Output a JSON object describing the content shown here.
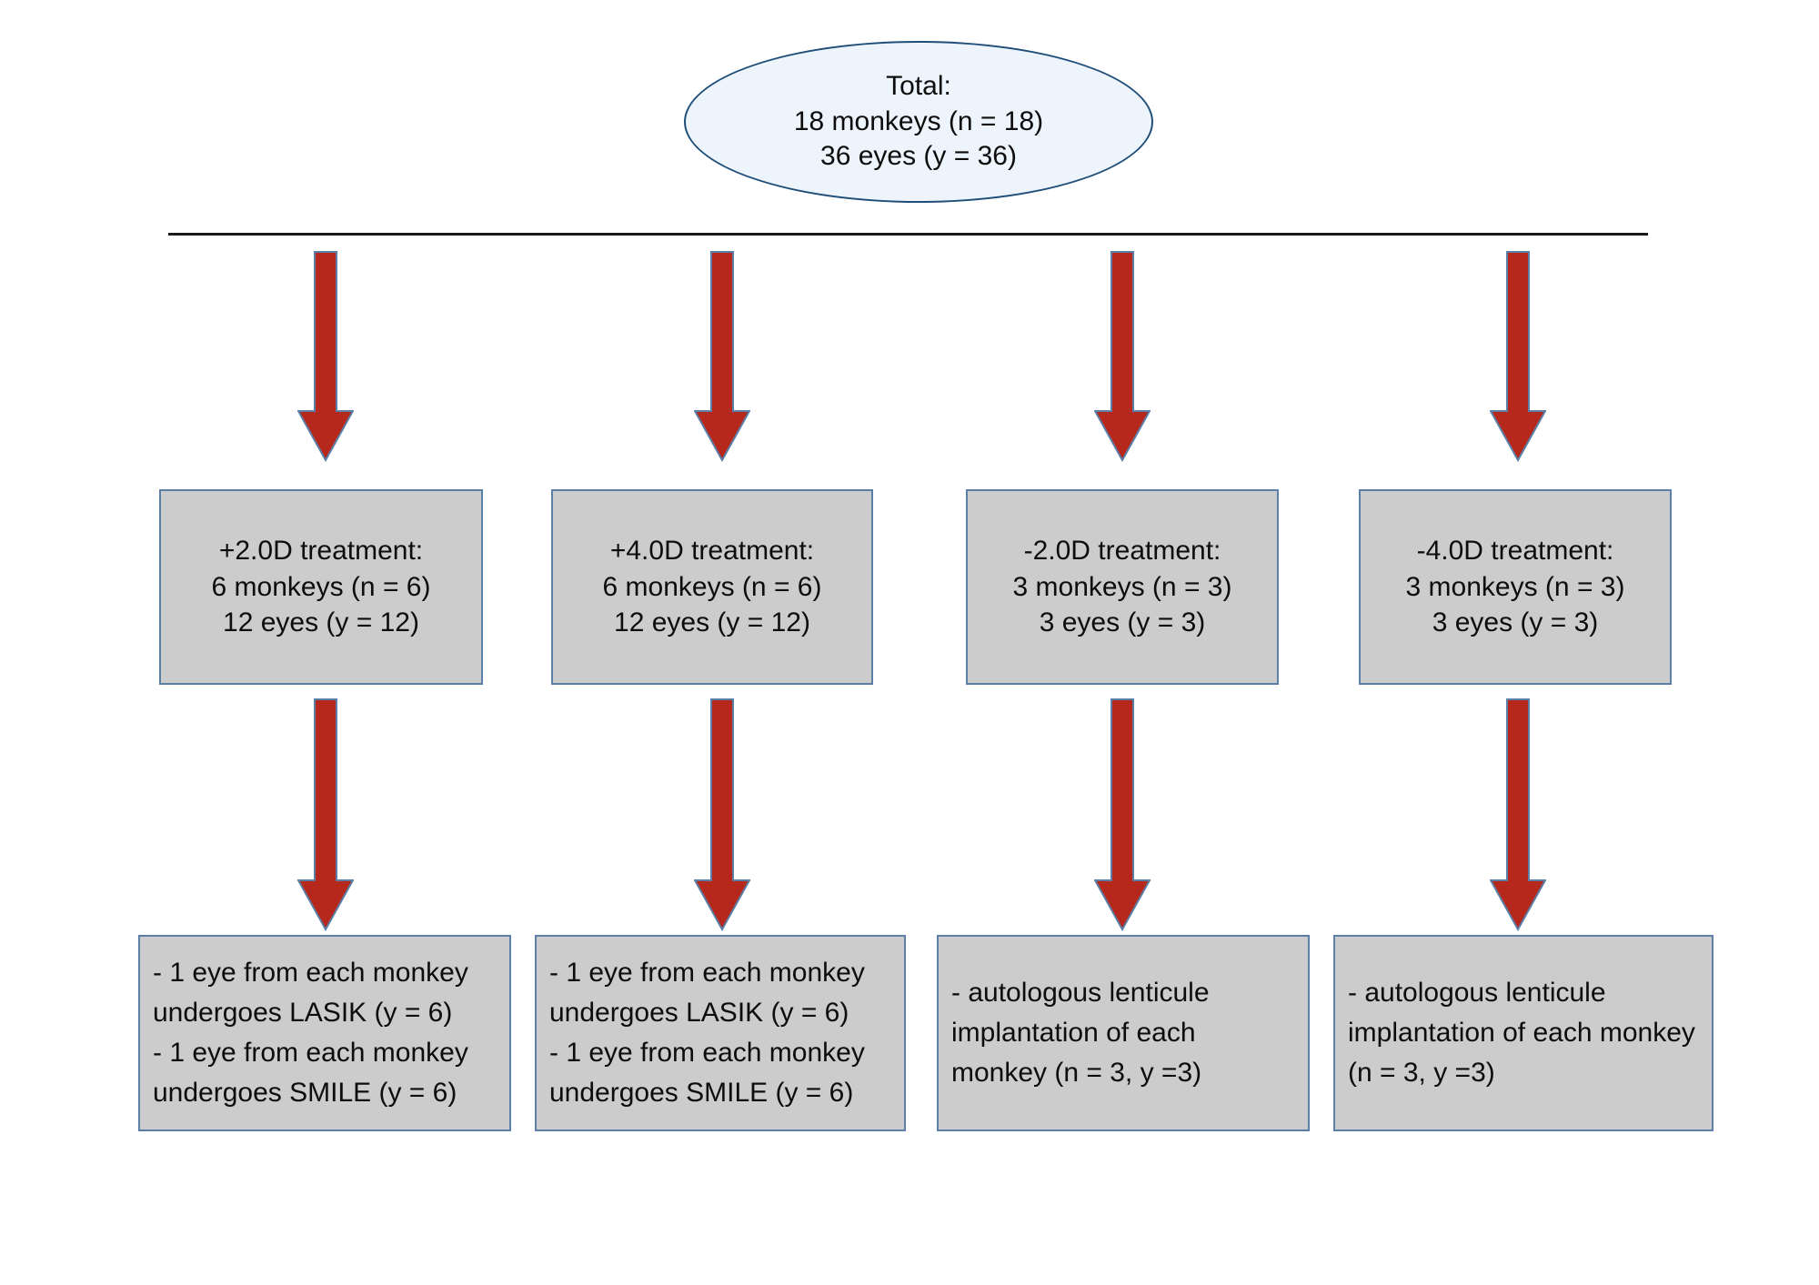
{
  "diagram": {
    "title": "Monkey refractive-surgery study allocation flowchart",
    "colors": {
      "arrow_fill": "#B5281B",
      "arrow_stroke": "#5B7FA6",
      "box_fill": "#CCCCCC",
      "box_border": "#5B7FA6",
      "ellipse_fill": "#EDF4FB",
      "ellipse_border": "#1F4E79",
      "connector_line": "#1A1A1A",
      "text": "#0D0D0D"
    },
    "root": {
      "shape": "ellipse",
      "lines": [
        "Total:",
        "18 monkeys (n = 18)",
        "36 eyes (y = 36)"
      ]
    },
    "groups": [
      {
        "id": "plus-2d",
        "treatment": {
          "lines": [
            "+2.0D treatment:",
            "6 monkeys (n = 6)",
            "12 eyes (y = 12)"
          ]
        },
        "outcome": {
          "align": "left",
          "lines": [
            "- 1 eye from each monkey undergoes LASIK (y = 6)",
            "- 1 eye from each monkey undergoes SMILE (y = 6)"
          ]
        }
      },
      {
        "id": "plus-4d",
        "treatment": {
          "lines": [
            "+4.0D treatment:",
            "6 monkeys (n = 6)",
            "12 eyes (y = 12)"
          ]
        },
        "outcome": {
          "align": "left",
          "lines": [
            "- 1 eye from each monkey undergoes LASIK (y = 6)",
            "- 1 eye from each monkey undergoes SMILE (y = 6)"
          ]
        }
      },
      {
        "id": "minus-2d",
        "treatment": {
          "lines": [
            "-2.0D treatment:",
            "3 monkeys (n = 3)",
            "3 eyes (y = 3)"
          ]
        },
        "outcome": {
          "align": "left",
          "lines": [
            "- autologous lenticule implantation of each monkey (n = 3, y =3)"
          ]
        }
      },
      {
        "id": "minus-4d",
        "treatment": {
          "lines": [
            "-4.0D treatment:",
            "3 monkeys (n = 3)",
            "3 eyes (y = 3)"
          ]
        },
        "outcome": {
          "align": "left",
          "lines": [
            "- autologous lenticule implantation of each monkey (n = 3, y =3)"
          ]
        }
      }
    ],
    "connectors": {
      "horizontal_rule": "distribution-bar",
      "arrows_row1": [
        "down-arrow-icon",
        "down-arrow-icon",
        "down-arrow-icon",
        "down-arrow-icon"
      ],
      "arrows_row2": [
        "down-arrow-icon",
        "down-arrow-icon",
        "down-arrow-icon",
        "down-arrow-icon"
      ]
    }
  }
}
